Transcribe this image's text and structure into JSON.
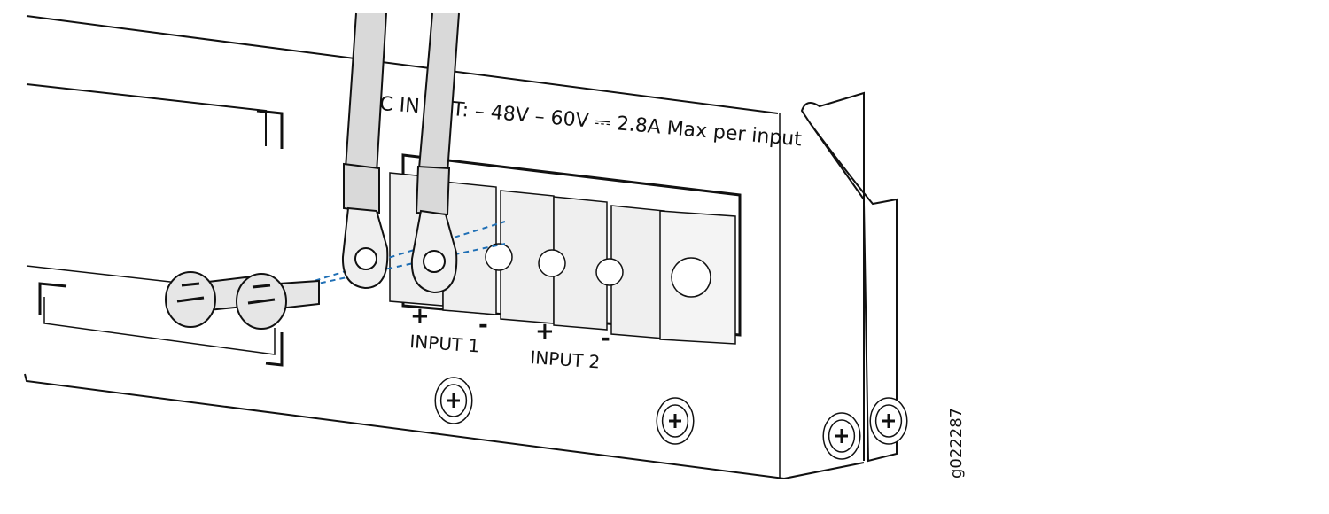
{
  "label": {
    "visible_left": "C IN",
    "visible_right": "T: – 48V – 60V ⎓ 2.8A Max per input"
  },
  "terminals": [
    {
      "polarity": "+",
      "group": "INPUT 1"
    },
    {
      "polarity": "-",
      "group": "INPUT 1"
    },
    {
      "polarity": "+",
      "group": "INPUT 2"
    },
    {
      "polarity": "-",
      "group": "INPUT 2"
    }
  ],
  "input_labels": [
    "INPUT 1",
    "INPUT 2"
  ],
  "figure_id": "g022287",
  "colors": {
    "line": "#111111",
    "cable": "#d9d9d9",
    "terminal": "#efefef",
    "dashed": "#1f6fb5"
  }
}
